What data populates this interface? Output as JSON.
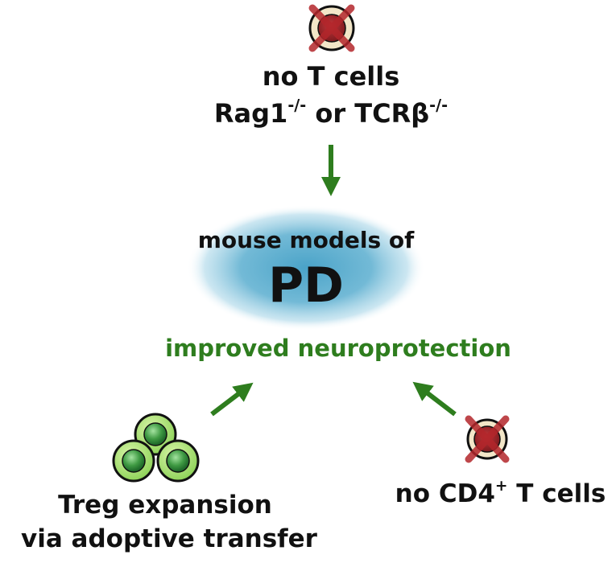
{
  "top": {
    "line1": "no T cells",
    "line2_a": "Rag1",
    "line2_a_sup": "-/-",
    "line2_b": " or TCRβ",
    "line2_b_sup": "-/-"
  },
  "center": {
    "line1": "mouse models of",
    "line2": "PD",
    "outcome": "improved neuroprotection"
  },
  "bottom_left": {
    "line1": "Treg expansion",
    "line2": "via adoptive transfer"
  },
  "bottom_right": {
    "label_a": "no CD4",
    "label_sup": "+",
    "label_b": " T cells"
  },
  "colors": {
    "arrow": "#2e7d1e",
    "outcome_text": "#2e7d1e",
    "ellipse": "#4aa3c8",
    "cross": "#b3262b",
    "cell_body": "#8fd35a",
    "cell_nucleus": "#2f8a3a"
  }
}
